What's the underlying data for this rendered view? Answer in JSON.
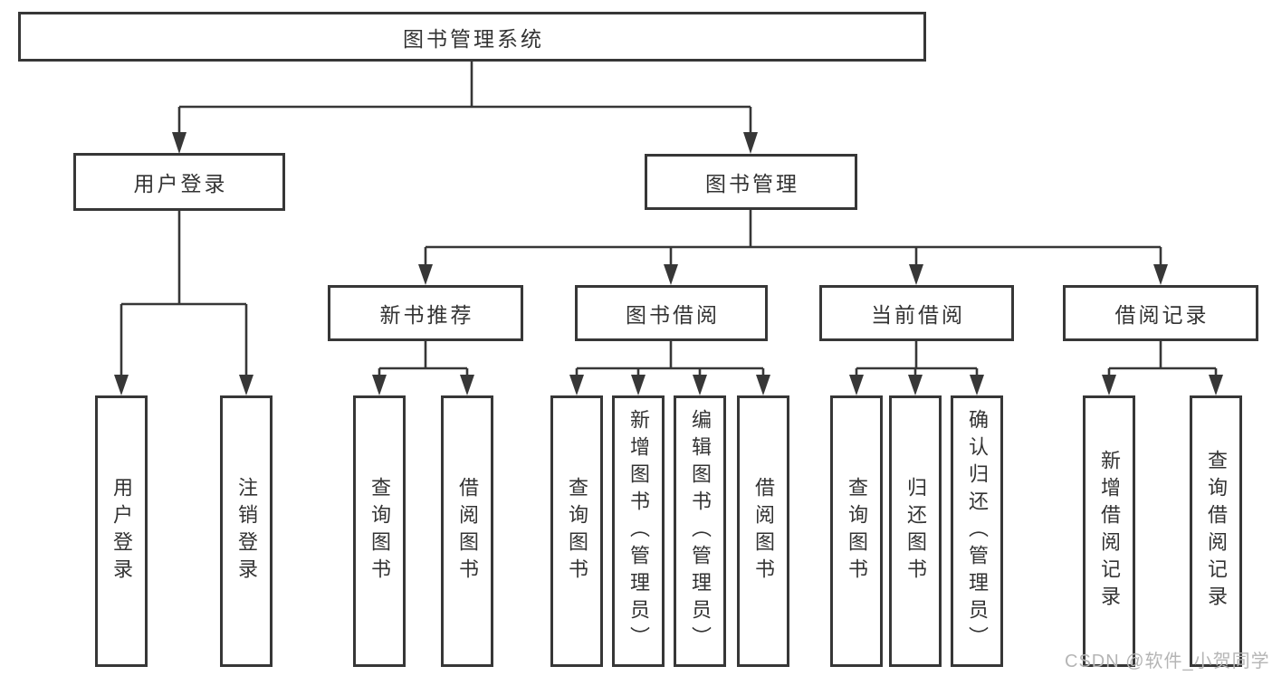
{
  "diagram": {
    "title": "图书管理系统",
    "level2": {
      "user_login": "用户登录",
      "book_mgmt": "图书管理"
    },
    "level3": {
      "new_books": "新书推荐",
      "borrowing": "图书借阅",
      "current": "当前借阅",
      "records": "借阅记录"
    },
    "leaves": {
      "ul_login": "用户登录",
      "ul_logout": "注销登录",
      "nb_query": "查询图书",
      "nb_borrow": "借阅图书",
      "bw_query": "查询图书",
      "bw_add": "新增图书（管理员）",
      "bw_edit": "编辑图书（管理员）",
      "bw_borrow": "借阅图书",
      "cur_query": "查询图书",
      "cur_return": "归还图书",
      "cur_confirm": "确认归还（管理员）",
      "rec_add": "新增借阅记录",
      "rec_query": "查询借阅记录"
    }
  },
  "watermark": "CSDN @软件_小贺同学",
  "colors": {
    "line": "#373737",
    "text": "#333333",
    "background": "#ffffff",
    "watermark": "#b5b5b5"
  }
}
